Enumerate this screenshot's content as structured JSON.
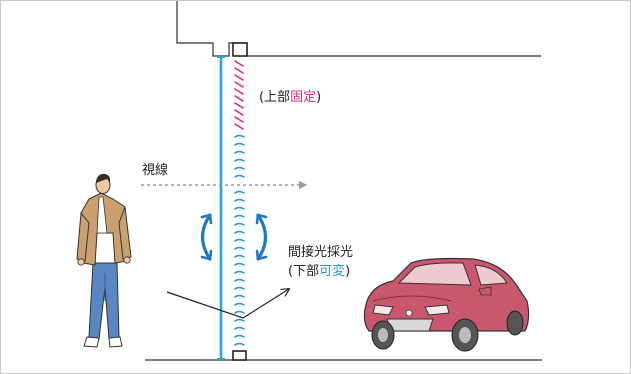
{
  "labels": {
    "top": {
      "open": "(上部",
      "accent": "固定",
      "close": ")"
    },
    "sightline": "視線",
    "indirect": "間接光採光",
    "bottom": {
      "open": "(下部",
      "accent": "可変",
      "close": ")"
    }
  },
  "colors": {
    "fixed_accent": "#e5267f",
    "variable_accent": "#1a9be0",
    "rotation_arrows": "#1e78c2",
    "car_body": "#c9576e",
    "person_jacket": "#c9a06e",
    "person_pants": "#5b86c4"
  },
  "icons": [
    "person-icon",
    "car-icon",
    "rotate-left-arrow-icon",
    "rotate-right-arrow-icon"
  ]
}
